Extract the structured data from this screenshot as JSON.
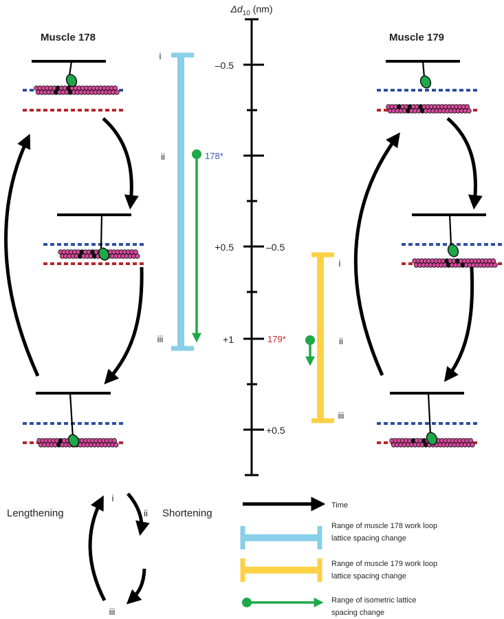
{
  "panels": {
    "left_title": "Muscle 178",
    "right_title": "Muscle 179"
  },
  "axis": {
    "label_main": "Δd",
    "label_sub": "10",
    "label_unit": " (nm)",
    "ticks_left": [
      "–0.5",
      "+0.5",
      "+1",
      "+0.5"
    ],
    "ticks_right": [
      "–0.5"
    ],
    "marker_178": "178*",
    "marker_179": "179*"
  },
  "phases": {
    "i": "i",
    "ii": "ii",
    "iii": "iii"
  },
  "cycle": {
    "lengthening": "Lengthening",
    "shortening": "Shortening"
  },
  "legend": {
    "time": "Time",
    "range178_line1": "Range of muscle 178 work loop",
    "range178_line2": "lattice spacing change",
    "range179_line1": "Range of muscle 179 work loop",
    "range179_line2": "lattice spacing change",
    "isometric_line1": "Range of isometric lattice",
    "isometric_line2": "spacing change"
  },
  "colors": {
    "muscle178_range": "#89cfe9",
    "muscle179_range": "#fcd146",
    "isometric": "#1fa84a",
    "thick_filament_dots": "#d6489b",
    "blue_dotted": "#2f4e9d",
    "red_dotted": "#b5252b",
    "marker_178_text": "#3a55a4",
    "marker_179_text": "#c1272d"
  }
}
